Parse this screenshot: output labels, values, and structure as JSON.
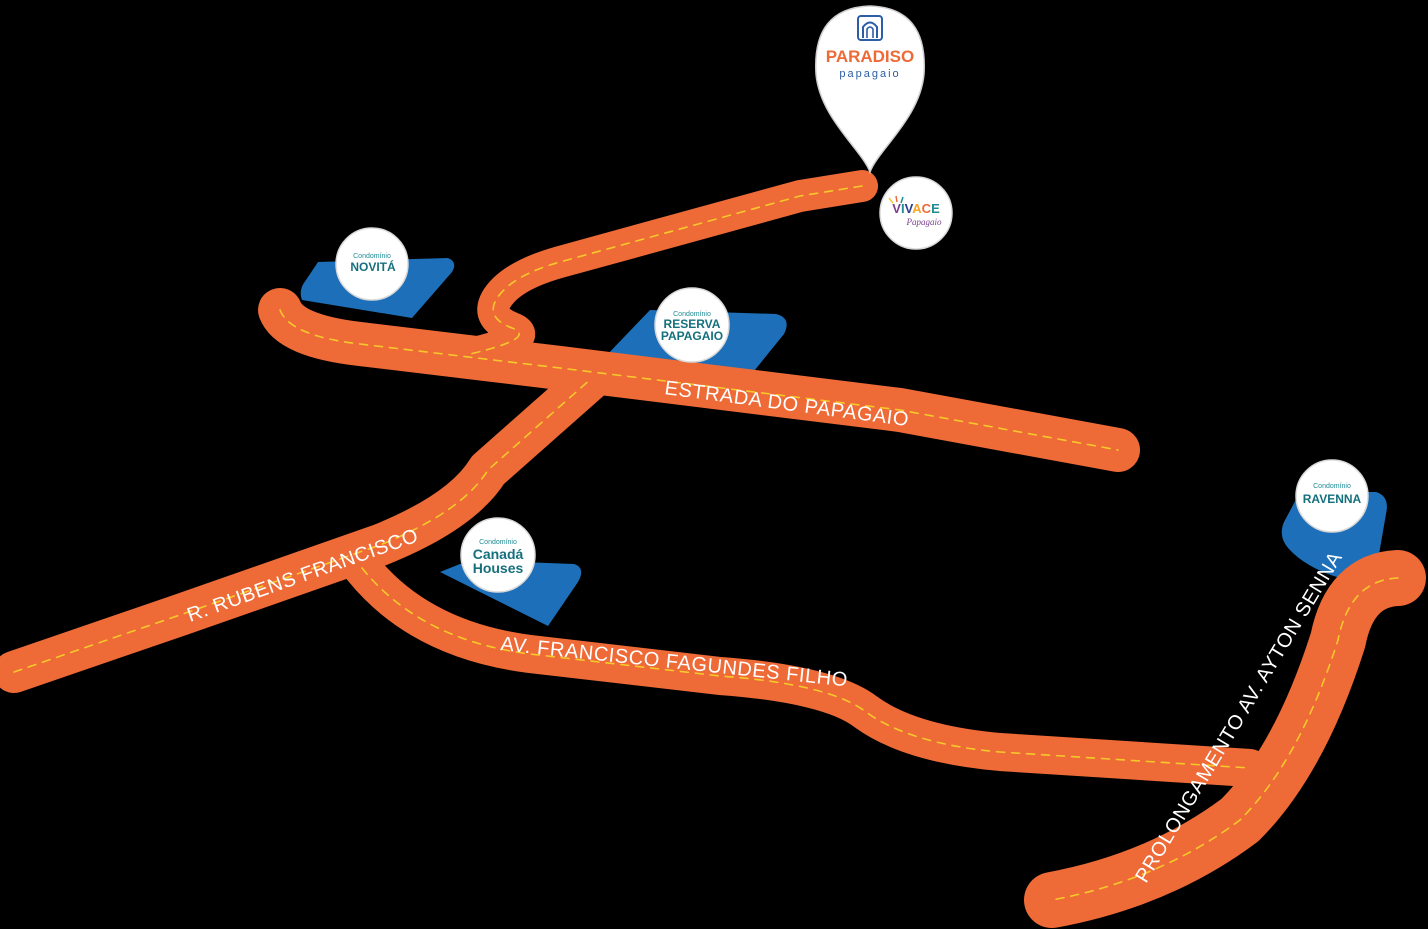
{
  "streets": {
    "estrada_do_papagaio": "ESTRADA DO PAPAGAIO",
    "rubens_francisco": "R. RUBENS FRANCISCO",
    "francisco_fagundes": "AV. FRANCISCO FAGUNDES FILHO",
    "ayton_senna": "PROLONGAMENTO AV. AYTON SENNA"
  },
  "markers": {
    "paradiso": {
      "title": "PARADISO",
      "subtitle": "papagaio"
    },
    "vivace": {
      "title": "VIVACE",
      "subtitle": "Papagaio"
    },
    "novita": {
      "prefix": "Condomínio",
      "name": "NOVITÁ"
    },
    "reserva": {
      "prefix": "Condomínio",
      "name_line1": "RESERVA",
      "name_line2": "PAPAGAIO"
    },
    "canada": {
      "prefix": "Condomínio",
      "name_line1": "Canadá",
      "name_line2": "Houses"
    },
    "ravenna": {
      "prefix": "Condomínio",
      "name": "RAVENNA"
    }
  },
  "colors": {
    "road": "#EE6A37",
    "lane_marking": "#F6C92B",
    "plot": "#1C6FB8",
    "background": "#000000",
    "brand_teal": "#15707D",
    "brand_orange": "#EE6A37"
  }
}
